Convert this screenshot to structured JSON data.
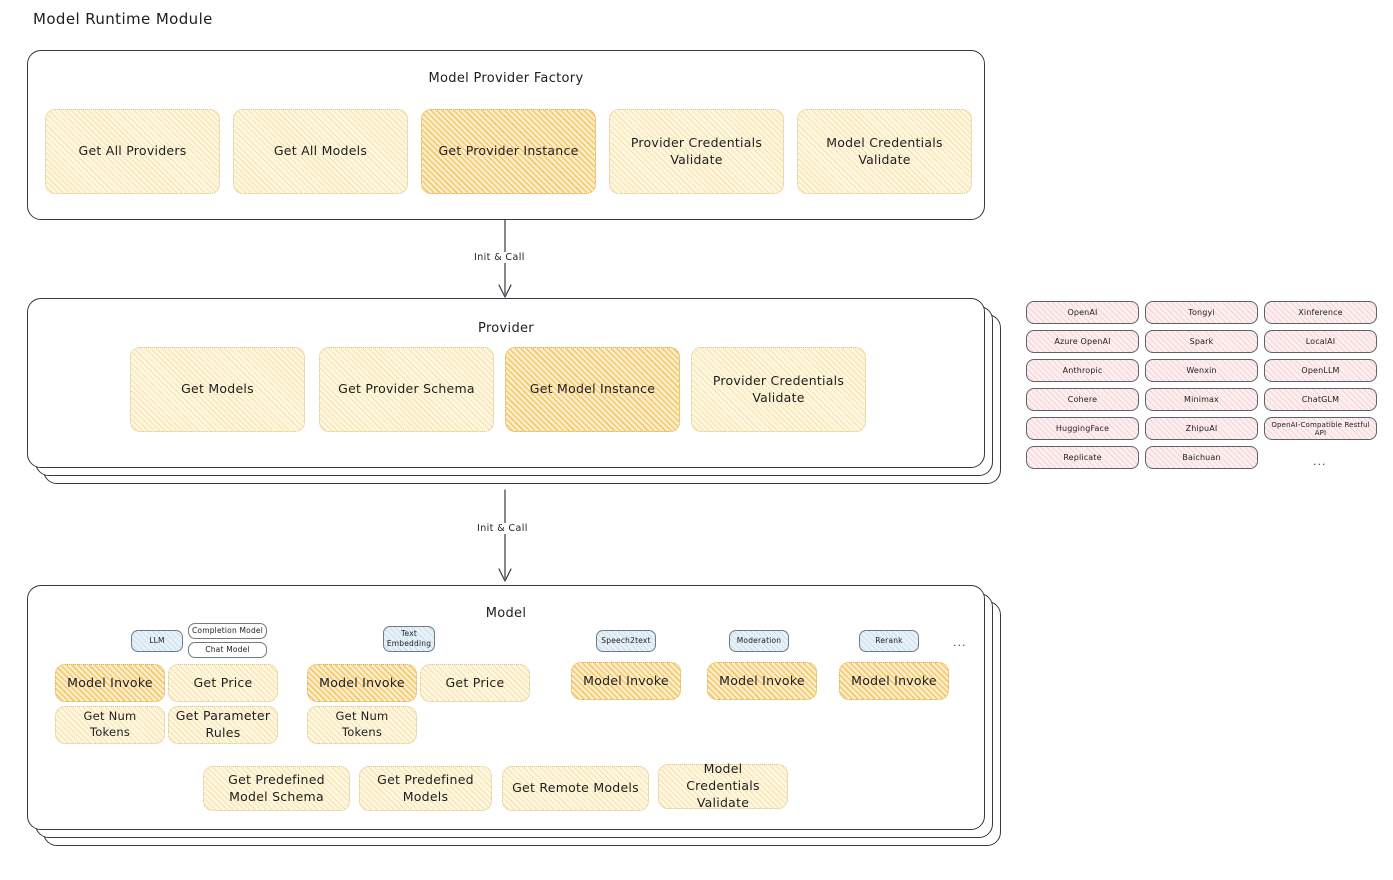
{
  "page": {
    "title": "Model Runtime Module"
  },
  "factory": {
    "title": "Model Provider Factory",
    "methods": [
      {
        "label": "Get All Providers",
        "highlight": false
      },
      {
        "label": "Get All Models",
        "highlight": false
      },
      {
        "label": "Get Provider Instance",
        "highlight": true
      },
      {
        "label": "Provider Credentials Validate",
        "highlight": false
      },
      {
        "label": "Model Credentials Validate",
        "highlight": false
      }
    ]
  },
  "arrows": [
    {
      "label": "Init & Call"
    },
    {
      "label": "Init & Call"
    }
  ],
  "provider": {
    "title": "Provider",
    "methods": [
      {
        "label": "Get Models",
        "highlight": false
      },
      {
        "label": "Get Provider Schema",
        "highlight": false
      },
      {
        "label": "Get Model Instance",
        "highlight": true
      },
      {
        "label": "Provider Credentials Validate",
        "highlight": false
      }
    ]
  },
  "provider_list": {
    "column1": [
      "OpenAI",
      "Azure OpenAI",
      "Anthropic",
      "Cohere",
      "HuggingFace",
      "Replicate"
    ],
    "column2": [
      "Tongyi",
      "Spark",
      "Wenxin",
      "Minimax",
      "ZhipuAI",
      "Baichuan"
    ],
    "column3": [
      "Xinference",
      "LocalAI",
      "OpenLLM",
      "ChatGLM",
      "OpenAI-Compatible Restful API"
    ],
    "more": "..."
  },
  "model": {
    "title": "Model",
    "more": "...",
    "types": [
      {
        "badge": "LLM",
        "sub_badges": [
          "Completion Model",
          "Chat Model"
        ],
        "methods": [
          {
            "label": "Model Invoke",
            "highlight": true
          },
          {
            "label": "Get Price",
            "highlight": false
          },
          {
            "label": "Get Num Tokens",
            "highlight": false
          },
          {
            "label": "Get Parameter Rules",
            "highlight": false
          }
        ]
      },
      {
        "badge": "Text Embedding",
        "sub_badges": [],
        "methods": [
          {
            "label": "Model Invoke",
            "highlight": true
          },
          {
            "label": "Get Price",
            "highlight": false
          },
          {
            "label": "Get Num Tokens",
            "highlight": false
          }
        ]
      },
      {
        "badge": "Speech2text",
        "sub_badges": [],
        "methods": [
          {
            "label": "Model Invoke",
            "highlight": true
          }
        ]
      },
      {
        "badge": "Moderation",
        "sub_badges": [],
        "methods": [
          {
            "label": "Model Invoke",
            "highlight": true
          }
        ]
      },
      {
        "badge": "Rerank",
        "sub_badges": [],
        "methods": [
          {
            "label": "Model Invoke",
            "highlight": true
          }
        ]
      }
    ],
    "shared_methods": [
      {
        "label": "Get Predefined Model Schema",
        "highlight": false
      },
      {
        "label": "Get Predefined Models",
        "highlight": false
      },
      {
        "label": "Get Remote Models",
        "highlight": false
      },
      {
        "label": "Model Credentials Validate",
        "highlight": false
      }
    ]
  }
}
